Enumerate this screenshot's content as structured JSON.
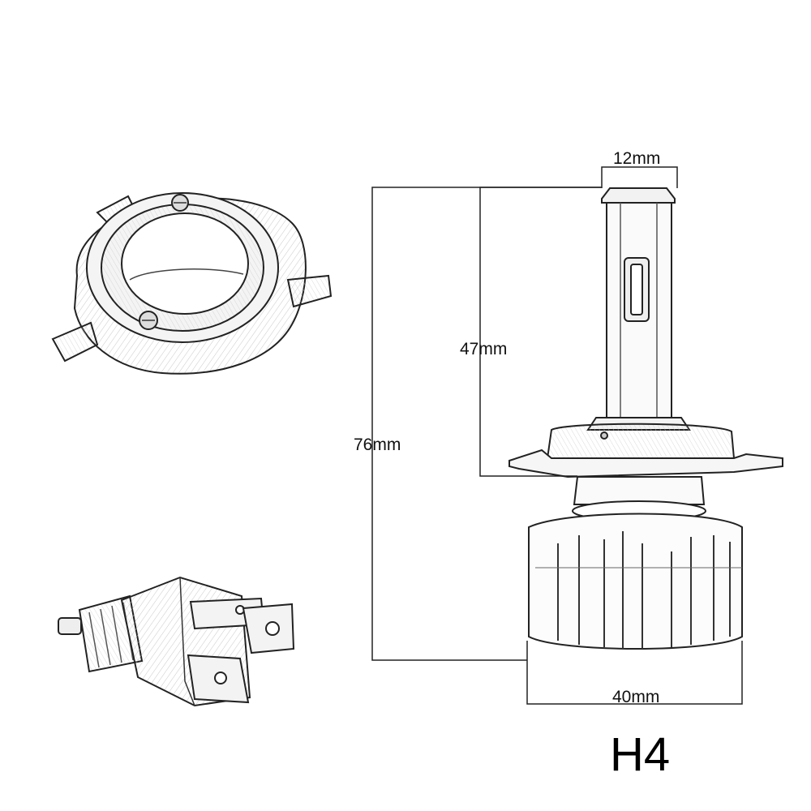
{
  "model": "H4",
  "dimensions": {
    "chip_width": "12mm",
    "mount_height": "47mm",
    "total_height": "76mm",
    "base_width": "40mm"
  },
  "parts": [
    "retainer-ring",
    "led-bulb",
    "connector-plug"
  ]
}
